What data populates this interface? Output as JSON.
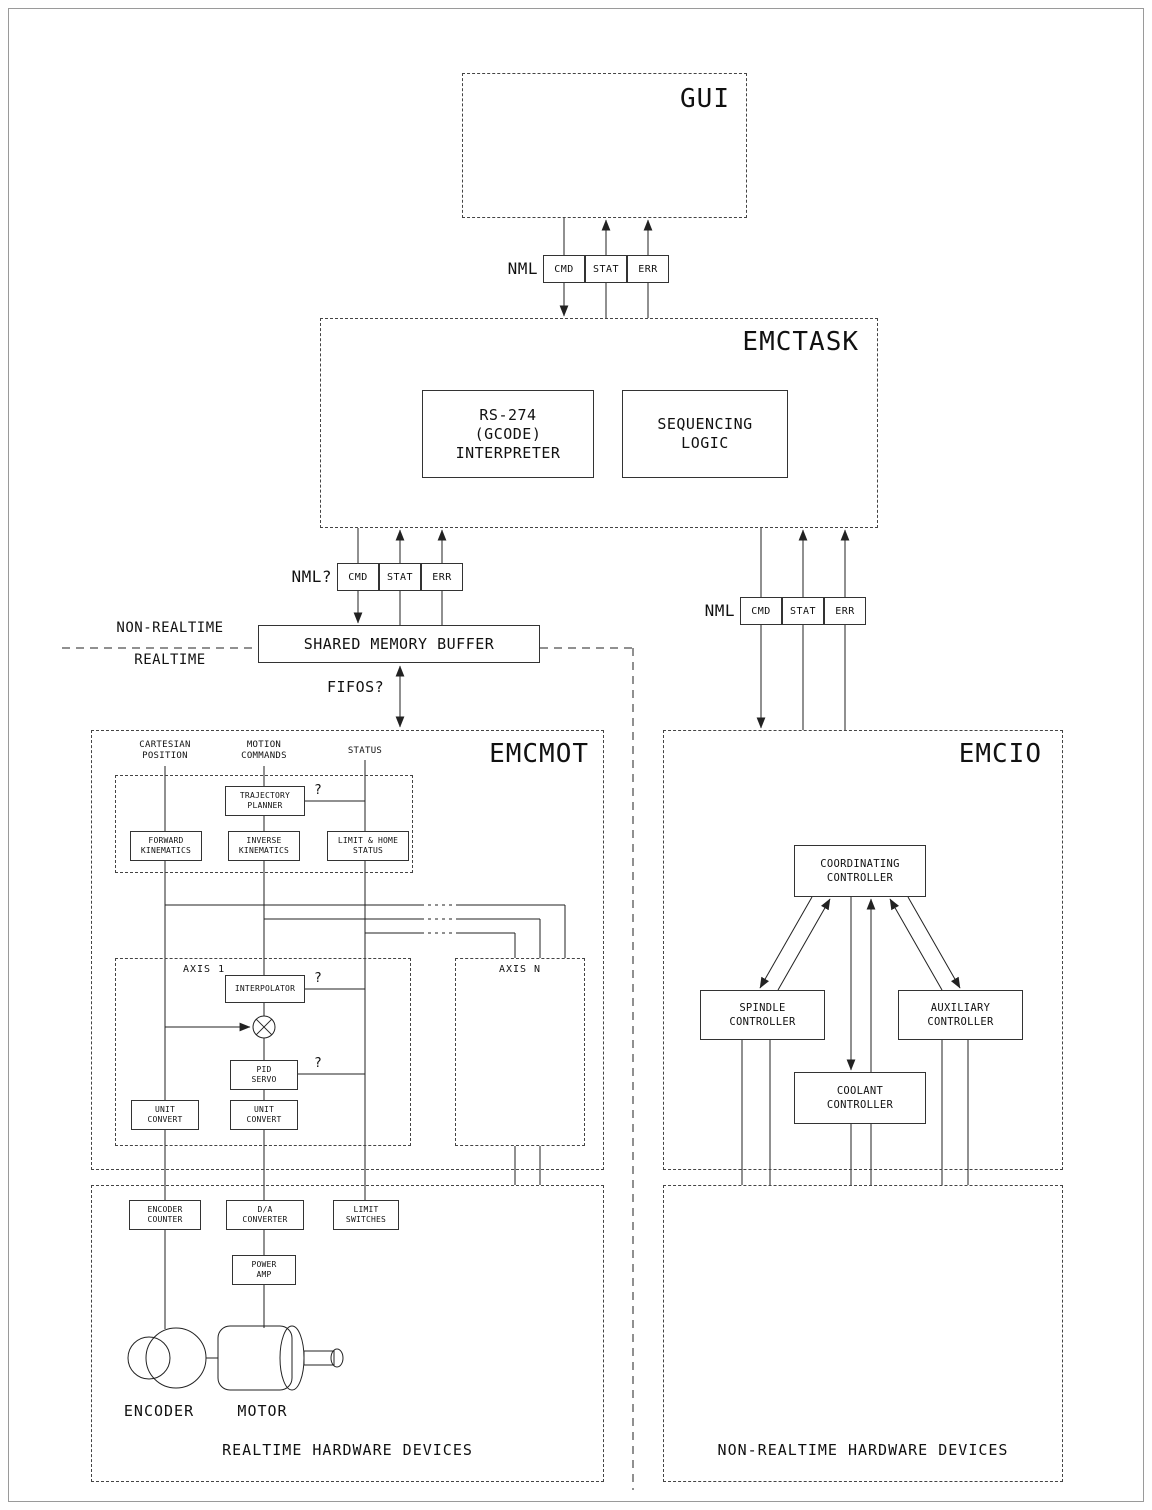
{
  "gui": {
    "title": "GUI"
  },
  "nml_gui": {
    "label": "NML",
    "cmd": "CMD",
    "stat": "STAT",
    "err": "ERR"
  },
  "emctask": {
    "title": "EMCTASK",
    "interpreter": "RS-274\n(GCODE)\nINTERPRETER",
    "sequencing": "SEQUENCING\nLOGIC"
  },
  "nml_left": {
    "label": "NML?",
    "cmd": "CMD",
    "stat": "STAT",
    "err": "ERR"
  },
  "nml_right": {
    "label": "NML",
    "cmd": "CMD",
    "stat": "STAT",
    "err": "ERR"
  },
  "shared_memory": {
    "label": "SHARED MEMORY BUFFER"
  },
  "boundary": {
    "non_realtime": "NON-REALTIME",
    "realtime": "REALTIME"
  },
  "fifos": {
    "label": "FIFOS?"
  },
  "emcmot": {
    "title": "EMCMOT",
    "col_cartesian": "CARTESIAN\nPOSITION",
    "col_motion": "MOTION\nCOMMANDS",
    "col_status": "STATUS",
    "trajectory_planner": "TRAJECTORY\nPLANNER",
    "forward_kinematics": "FORWARD\nKINEMATICS",
    "inverse_kinematics": "INVERSE\nKINEMATICS",
    "limit_home_status": "LIMIT & HOME\nSTATUS",
    "axis1_label": "AXIS 1",
    "axisn_label": "AXIS N",
    "interpolator": "INTERPOLATOR",
    "pid_servo": "PID\nSERVO",
    "unit_convert": "UNIT\nCONVERT",
    "question": "?"
  },
  "emcio": {
    "title": "EMCIO",
    "coordinating": "COORDINATING\nCONTROLLER",
    "spindle": "SPINDLE\nCONTROLLER",
    "auxiliary": "AUXILIARY\nCONTROLLER",
    "coolant": "COOLANT\nCONTROLLER"
  },
  "hardware_realtime": {
    "title": "REALTIME HARDWARE DEVICES",
    "encoder_counter": "ENCODER\nCOUNTER",
    "da_converter": "D/A\nCONVERTER",
    "limit_switches": "LIMIT\nSWITCHES",
    "power_amp": "POWER\nAMP",
    "encoder_label": "ENCODER",
    "motor_label": "MOTOR"
  },
  "hardware_nonrealtime": {
    "title": "NON-REALTIME HARDWARE DEVICES"
  }
}
